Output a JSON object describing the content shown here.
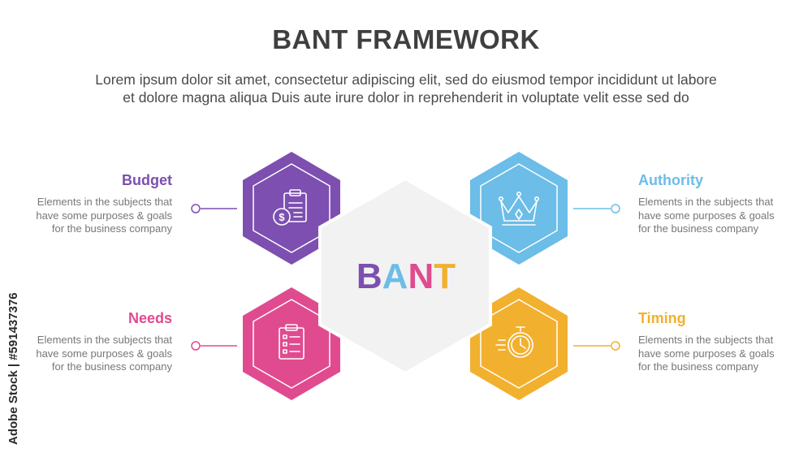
{
  "header": {
    "title": "BANT FRAMEWORK",
    "subtitle_line1": "Lorem ipsum dolor sit amet, consectetur adipiscing elit, sed do eiusmod tempor incididunt ut labore",
    "subtitle_line2": "et dolore magna aliqua Duis aute irure dolor in reprehenderit in voluptate velit esse sed do"
  },
  "center": {
    "letters": [
      "B",
      "A",
      "N",
      "T"
    ],
    "letter_colors": [
      "#7c4fb0",
      "#6cbde8",
      "#e04b8f",
      "#f2b02f"
    ],
    "fill": "#f2f2f2"
  },
  "items": [
    {
      "label": "Budget",
      "color": "#7c4fb0",
      "icon": "budget-clipboard-coin-icon",
      "desc": [
        "Elements in the subjects that",
        "have  some purposes & goals",
        "for the  business company"
      ]
    },
    {
      "label": "Authority",
      "color": "#6cbde8",
      "icon": "crown-icon",
      "desc": [
        "Elements in the subjects that",
        "have  some purposes & goals",
        "for the  business company"
      ]
    },
    {
      "label": "Needs",
      "color": "#e04b8f",
      "icon": "checklist-clipboard-icon",
      "desc": [
        "Elements in the subjects that",
        "have  some purposes & goals",
        "for the  business company"
      ]
    },
    {
      "label": "Timing",
      "color": "#f2b02f",
      "icon": "stopwatch-icon",
      "desc": [
        "Elements in the subjects that",
        "have  some purposes & goals",
        "for the  business company"
      ]
    }
  ],
  "watermark": "Adobe Stock | #591437376"
}
